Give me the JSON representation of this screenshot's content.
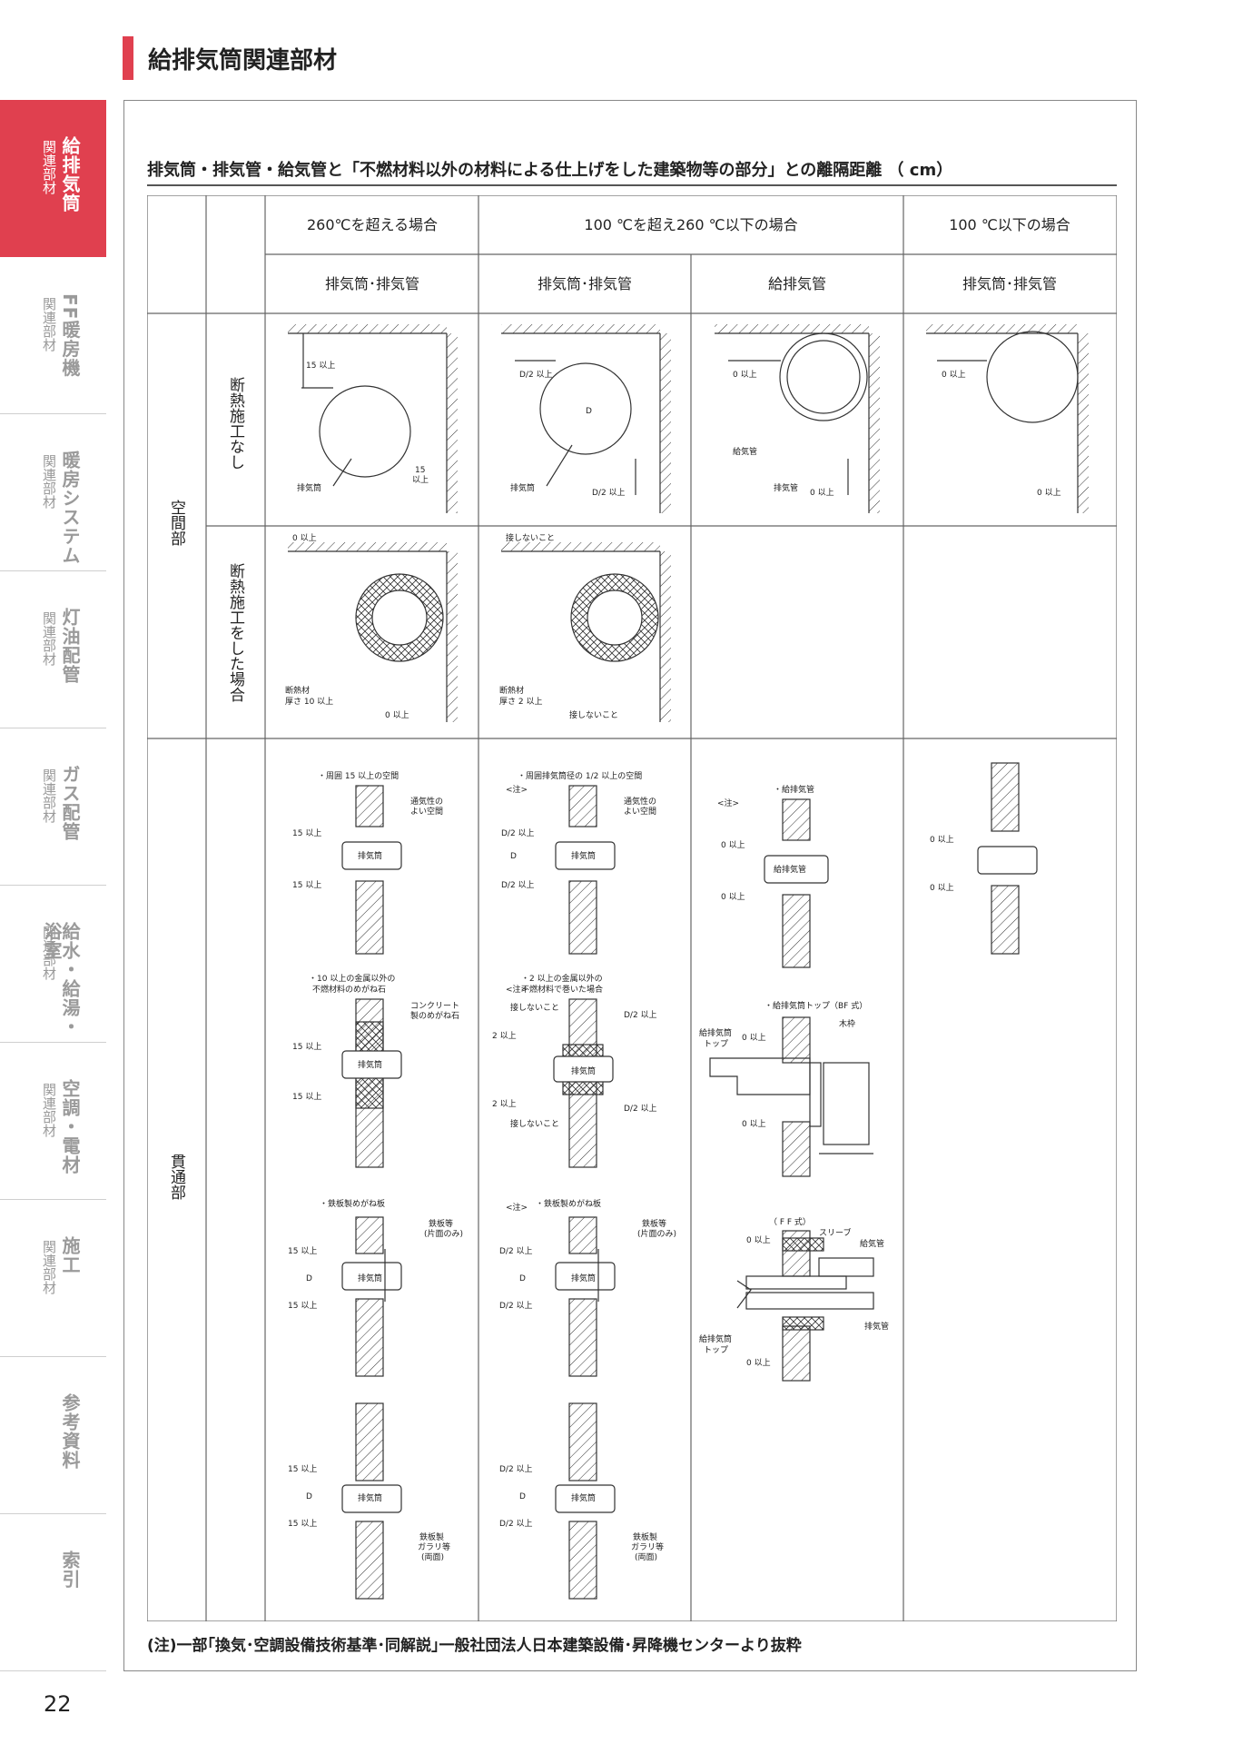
{
  "page_title": "給排気筒関連部材",
  "sidebar": [
    {
      "main": "給排気筒",
      "sub": "関連部材",
      "active": true
    },
    {
      "main": "FF暖房機",
      "sub": "関連部材",
      "active": false
    },
    {
      "main": "暖房システム",
      "sub": "関連部材",
      "active": false
    },
    {
      "main": "灯油配管",
      "sub": "関連部材",
      "active": false
    },
    {
      "main": "ガス配管",
      "sub": "関連部材",
      "active": false
    },
    {
      "main": "給水・給湯・浴室",
      "sub": "関連部材",
      "active": false
    },
    {
      "main": "空調・電材",
      "sub": "関連部材",
      "active": false
    },
    {
      "main": "施工",
      "sub": "関連部材",
      "active": false
    },
    {
      "main": "参考資料",
      "sub": "",
      "active": false
    },
    {
      "main": "索引",
      "sub": "",
      "active": false
    }
  ],
  "table_title": "排気筒・排気管・給気管と「不燃材料以外の材料による仕上げをした建築物等の部分」との離隔距離 （ cm）",
  "headers": {
    "col1": "260℃を超える場合",
    "col2": "100 ℃を超え260 ℃以下の場合",
    "col3": "100 ℃以下の場合",
    "sub1": "排気筒･排気管",
    "sub2": "排気筒･排気管",
    "sub3": "給排気管",
    "sub4": "排気筒･排気管"
  },
  "rows": {
    "space": "空間部",
    "no_insulation": "断熱施工なし",
    "with_insulation": "断熱施工をした場合",
    "penetration": "貫通部"
  },
  "labels": {
    "l15": "15 以上",
    "l15b": "15",
    "l15c": "以上",
    "exhaust_tube": "排気筒",
    "exhaust_pipe": "排気管",
    "intake_pipe": "給気管",
    "intake_exhaust_pipe": "給排気管",
    "d": "D",
    "d2": "D/2 以上",
    "zero": "0 以上",
    "no_contact": "接しないこと",
    "insul10a": "断熱材",
    "insul10b": "厚さ 10 以上",
    "insul2a": "断熱材",
    "insul2b": "厚さ 2 以上",
    "pen1_title": "・周囲 15 以上の空間",
    "pen1_note": "通気性の",
    "pen1_note2": "よい空間",
    "pen2_title": "・周囲排気筒径の 1/2 以上の空間",
    "note_mark": "<注>",
    "pen3_title": "・給排気管",
    "metal1a": "・10 以上の金属以外の",
    "metal1b": "不燃材料のめがね石",
    "concrete1": "コンクリート",
    "concrete2": "製のめがね石",
    "metal2a": "・2 以上の金属以外の",
    "metal2b": "不燃材料で巻いた場合",
    "two": "2 以上",
    "bf_title": "・給排気筒トップ（BF 式）",
    "top1": "給排気筒",
    "top2": "トップ",
    "wood": "木枠",
    "steel_title": "・鉄板製めがね板",
    "steel1": "鉄板等",
    "steel2": "(片面のみ)",
    "ff_title": "（ F F 式）",
    "sleeve": "スリーブ",
    "garari1": "鉄板製",
    "garari2": "ガラリ等",
    "garari3": "(両面)"
  },
  "note": "(注)一部｢換気･空調設備技術基準･同解説｣一般社団法人日本建築設備･昇降機センターより抜粋",
  "page_number": "22"
}
